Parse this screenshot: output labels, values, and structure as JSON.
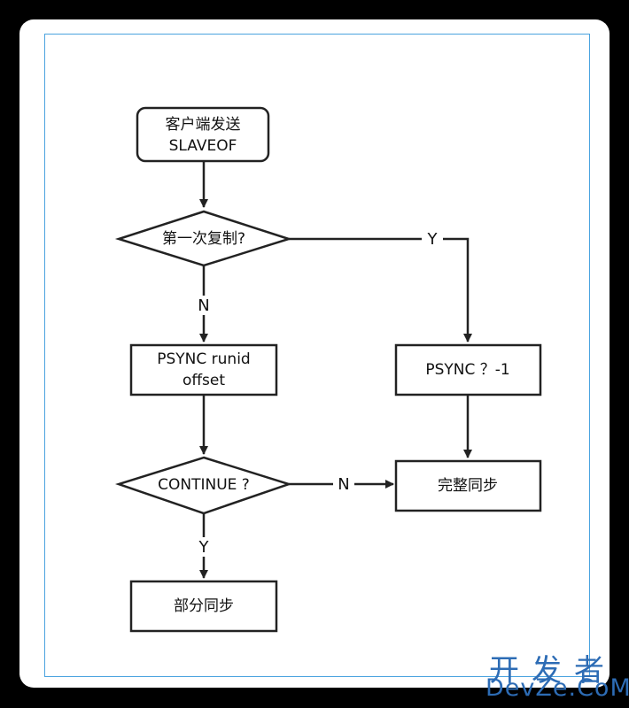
{
  "nodes": {
    "start": {
      "line1": "客户端发送",
      "line2": "SLAVEOF"
    },
    "first_copy": {
      "label": "第一次复制?"
    },
    "psync_runid": {
      "line1": "PSYNC runid",
      "line2": "offset"
    },
    "psync_minus1": {
      "label": "PSYNC ？-1"
    },
    "continue": {
      "label": "CONTINUE ?"
    },
    "full_sync": {
      "label": "完整同步"
    },
    "partial_sync": {
      "label": "部分同步"
    }
  },
  "edges": {
    "first_copy_no": "N",
    "first_copy_yes": "Y",
    "continue_no": "N",
    "continue_yes": "Y"
  },
  "watermark": {
    "cn": "开发者",
    "en": "DevZe.CoM"
  }
}
